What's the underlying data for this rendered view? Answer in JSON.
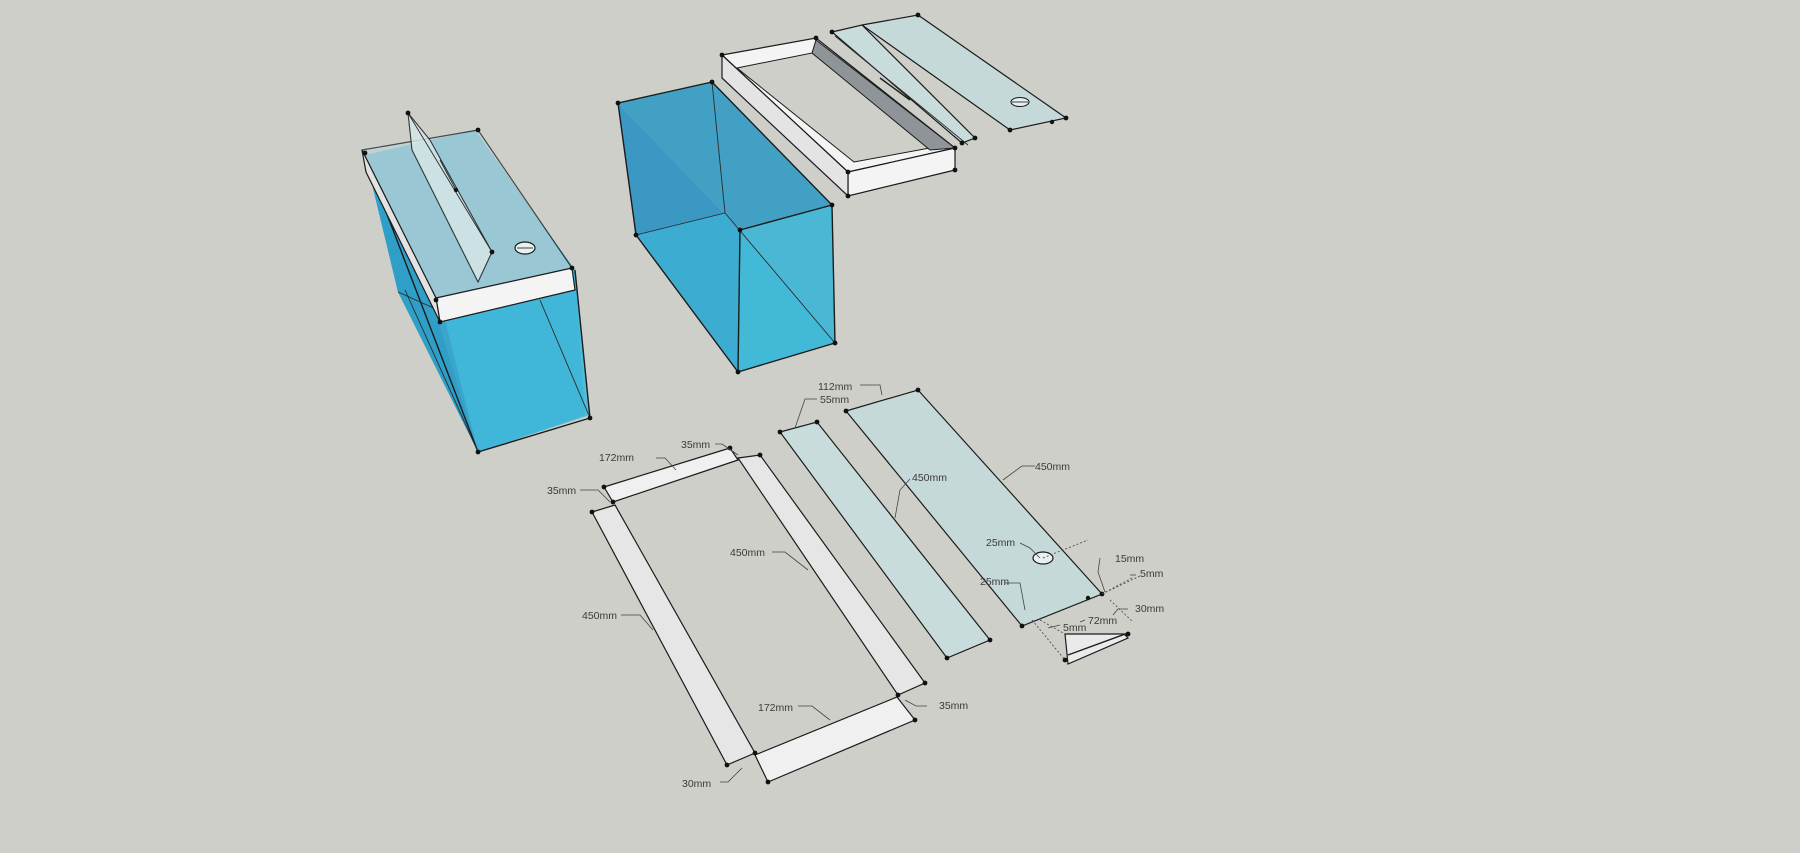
{
  "colors": {
    "background": "#cfcfca",
    "water_blue": "#3ab3d4",
    "water_blue_dark": "#2c8fb8",
    "glass": "#c9dcdc",
    "white_frame": "#f4f4f4",
    "frame_side": "#e2e2e2",
    "edge": "#1b1b1b"
  },
  "dimensions": {
    "lid_frame": {
      "top_length": "172mm",
      "top_width": "35mm",
      "top_depth": "35mm",
      "left_length": "450mm",
      "right_length": "450mm",
      "bottom_length": "172mm",
      "bottom_width": "35mm",
      "thickness": "30mm"
    },
    "strip_panel": {
      "width": "55mm",
      "length": "450mm"
    },
    "lid_panel": {
      "width": "112mm",
      "length": "450mm",
      "hole": "25mm",
      "offset": "25mm",
      "notch": "15mm",
      "gap": "5mm",
      "clip_height": "30mm",
      "clip_gap": "5mm",
      "clip_length": "72mm"
    }
  }
}
